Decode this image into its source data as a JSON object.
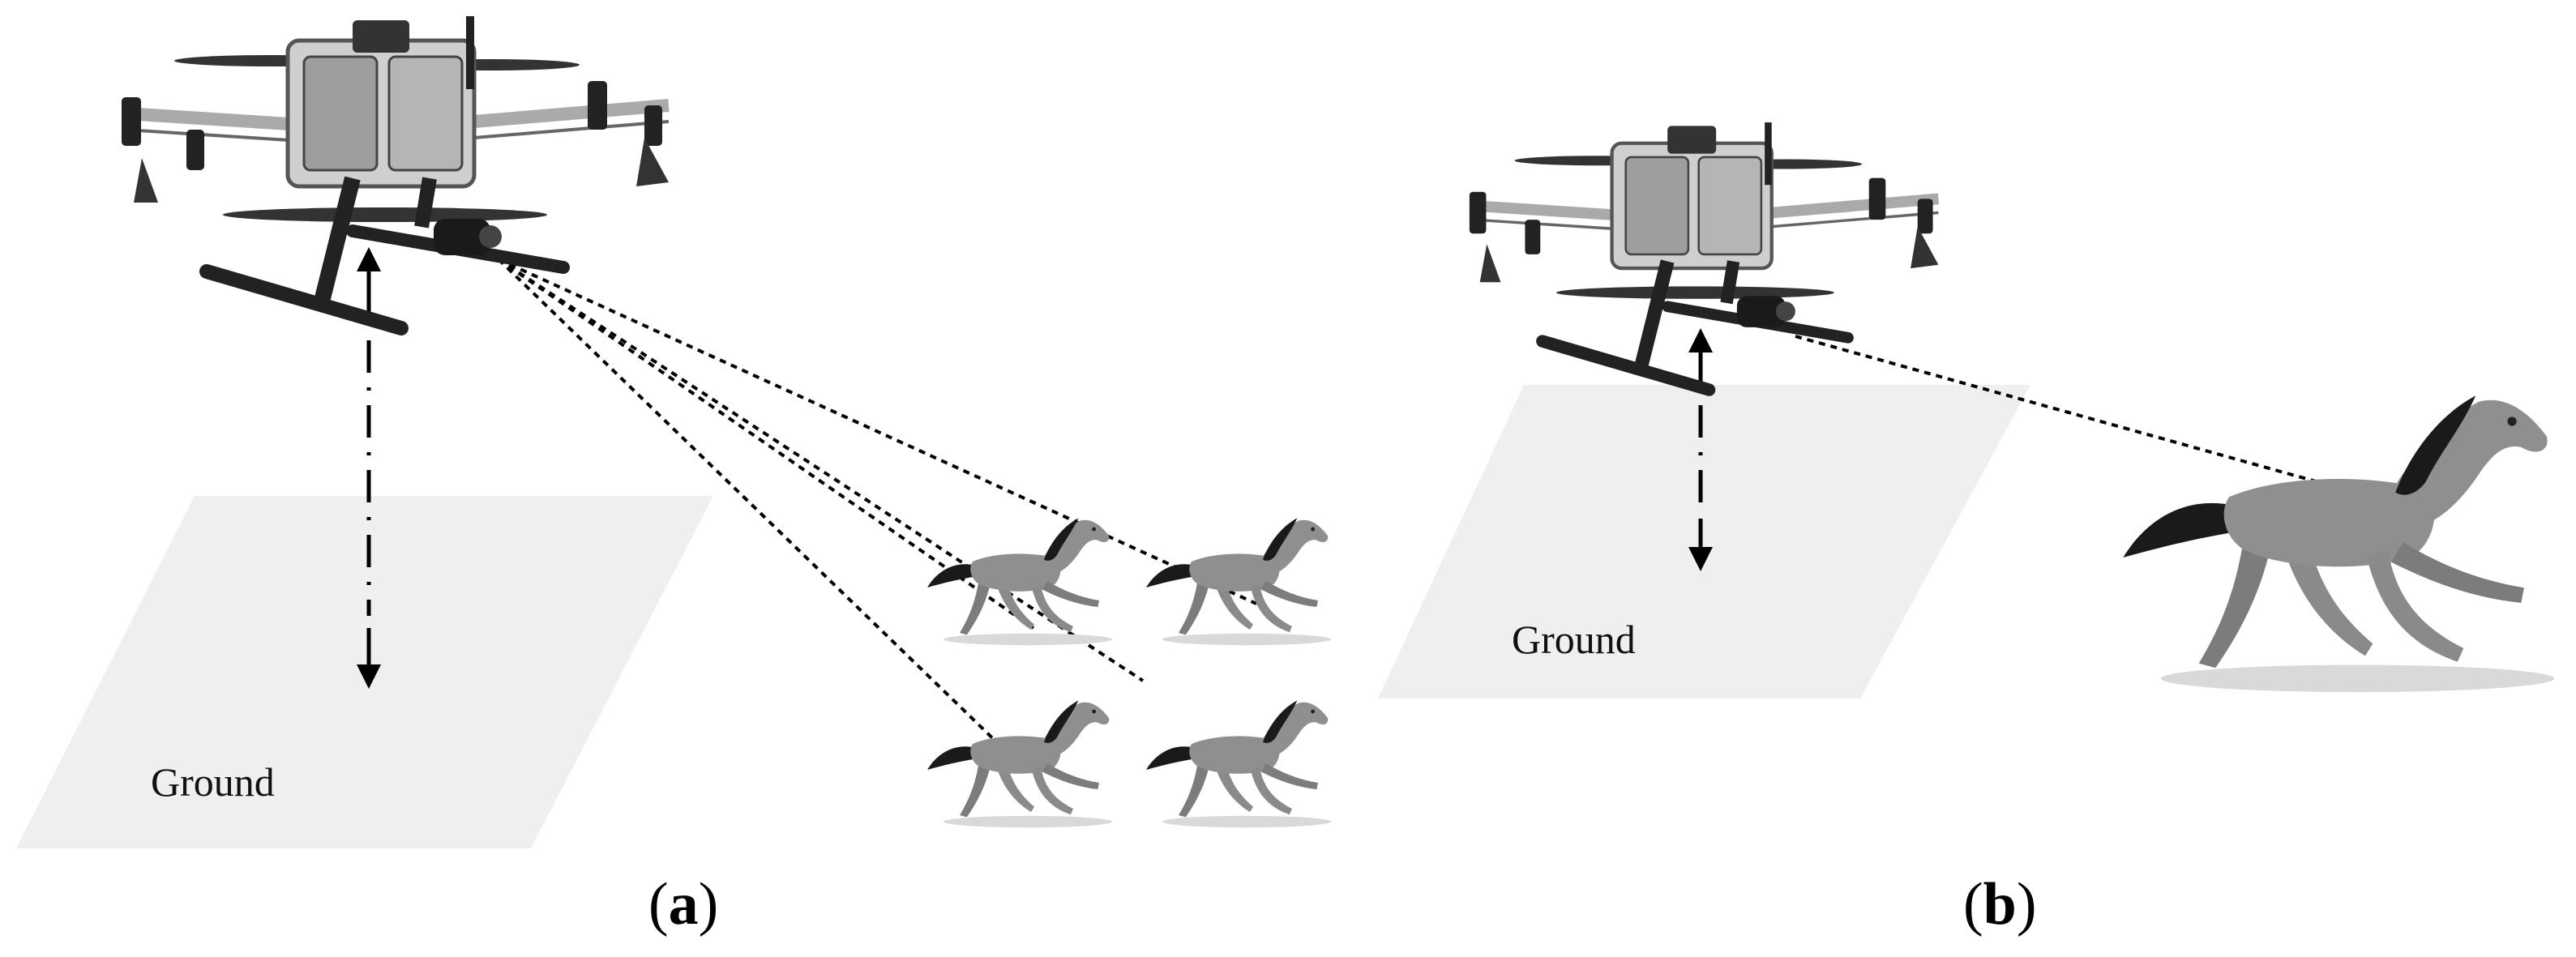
{
  "panel_a": {
    "label": "a",
    "ground_label": "Ground",
    "horse_icon": "horse-icon",
    "drone_icon": "quadcopter-drone-icon"
  },
  "panel_b": {
    "label": "b",
    "ground_label": "Ground",
    "horse_icon": "horse-icon",
    "drone_icon": "quadcopter-drone-icon"
  },
  "colors": {
    "ground": "#efefef",
    "horse": "#8f8f8f",
    "mane": "#1a1a1a",
    "drone_frame": "#222222",
    "drone_body": "#cfcfcf"
  }
}
